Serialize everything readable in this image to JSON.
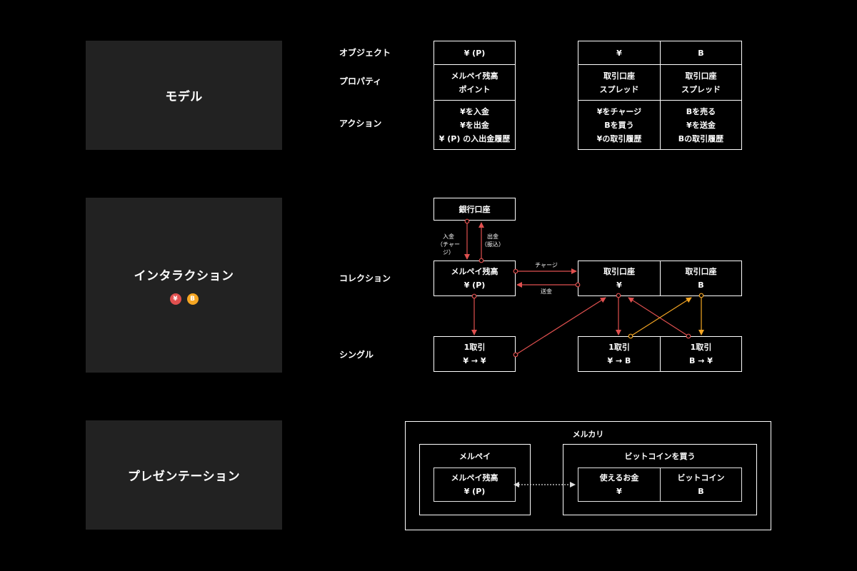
{
  "panels": {
    "model": "モデル",
    "interaction": "インタラクション",
    "presentation": "プレゼンテーション",
    "interaction_badges": [
      "¥",
      "B"
    ]
  },
  "model": {
    "row_labels": [
      "オブジェクト",
      "プロパティ",
      "アクション"
    ],
    "yen_p": {
      "object": "¥ (P)",
      "properties": [
        "メルペイ残高",
        "ポイント"
      ],
      "actions": [
        "¥を入金",
        "¥を出金",
        "¥ (P) の入出金履歴"
      ]
    },
    "yen": {
      "object": "¥",
      "properties": [
        "取引口座",
        "スプレッド"
      ],
      "actions": [
        "¥をチャージ",
        "Bを買う",
        "¥の取引履歴"
      ]
    },
    "btc": {
      "object": "B",
      "properties": [
        "取引口座",
        "スプレッド"
      ],
      "actions": [
        "Bを売る",
        "¥を送金",
        "Bの取引履歴"
      ]
    }
  },
  "interaction": {
    "row_labels": [
      "コレクション",
      "シングル"
    ],
    "bank": "銀行口座",
    "deposit": [
      "入金",
      "（チャージ）"
    ],
    "withdraw": [
      "出金",
      "（振込）"
    ],
    "merpay_box": [
      "メルペイ残高",
      "¥ (P)"
    ],
    "charge": "チャージ",
    "remit": "送金",
    "yen_account": [
      "取引口座",
      "¥"
    ],
    "btc_account": [
      "取引口座",
      "B"
    ],
    "single_left": [
      "1取引",
      "¥ → ¥"
    ],
    "single_mid": [
      "1取引",
      "¥ → B"
    ],
    "single_right": [
      "1取引",
      "B → ¥"
    ],
    "colors": {
      "yen": "#e0504f",
      "btc": "#f5a623"
    }
  },
  "presentation": {
    "outer_title": "メルカリ",
    "merpay_title": "メルペイ",
    "merpay_box": [
      "メルペイ残高",
      "¥ (P)"
    ],
    "bitcoin_title": "ビットコインを買う",
    "usable": [
      "使えるお金",
      "¥"
    ],
    "bitcoin": [
      "ビットコイン",
      "B"
    ]
  }
}
